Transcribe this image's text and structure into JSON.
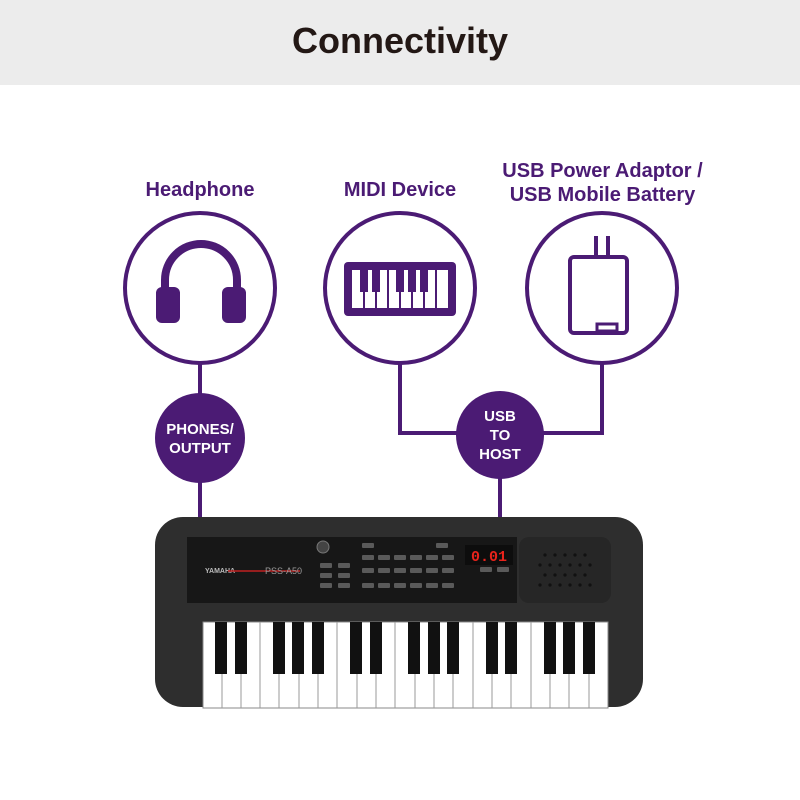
{
  "header": {
    "title": "Connectivity"
  },
  "devices": {
    "headphone": "Headphone",
    "midi": "MIDI Device",
    "usb_power_line1": "USB Power Adaptor /",
    "usb_power_line2": "USB Mobile Battery"
  },
  "ports": {
    "phones_line1": "PHONES/",
    "phones_line2": "OUTPUT",
    "usb_line1": "USB",
    "usb_line2": "TO",
    "usb_line3": "HOST"
  },
  "keyboard": {
    "brand": "YAMAHA",
    "model": "PSS-A50",
    "display": "0.01"
  },
  "colors": {
    "accent": "#4b1b74",
    "header_bg": "#ececec",
    "keyboard_body": "#2e2e2e",
    "display_red": "#e8231b"
  }
}
